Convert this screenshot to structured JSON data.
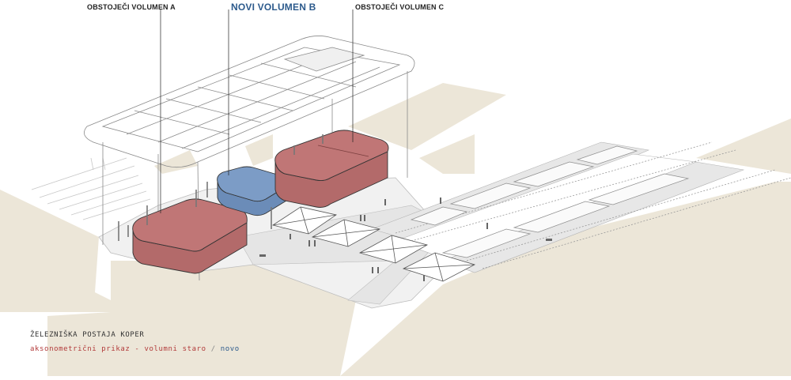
{
  "labels": {
    "volume_a": "OBSTOJEČI VOLUMEN A",
    "volume_b": "NOVI VOLUMEN B",
    "volume_c": "OBSTOJEČI VOLUMEN C"
  },
  "caption": {
    "title": "ŽELEZNIŠKA POSTAJA KOPER",
    "subtitle_old": "aksonometrični prikaz - volumni staro",
    "subtitle_sep": " / ",
    "subtitle_new": "novo"
  },
  "colors": {
    "existing_volume": "#c07676",
    "new_volume": "#7c9cc6",
    "ground": "#ece6d8",
    "platform": "#e9e9e9",
    "roof_line": "#8a8a8a",
    "accent_new": "#2c5a8c",
    "accent_old": "#b23a3a"
  }
}
